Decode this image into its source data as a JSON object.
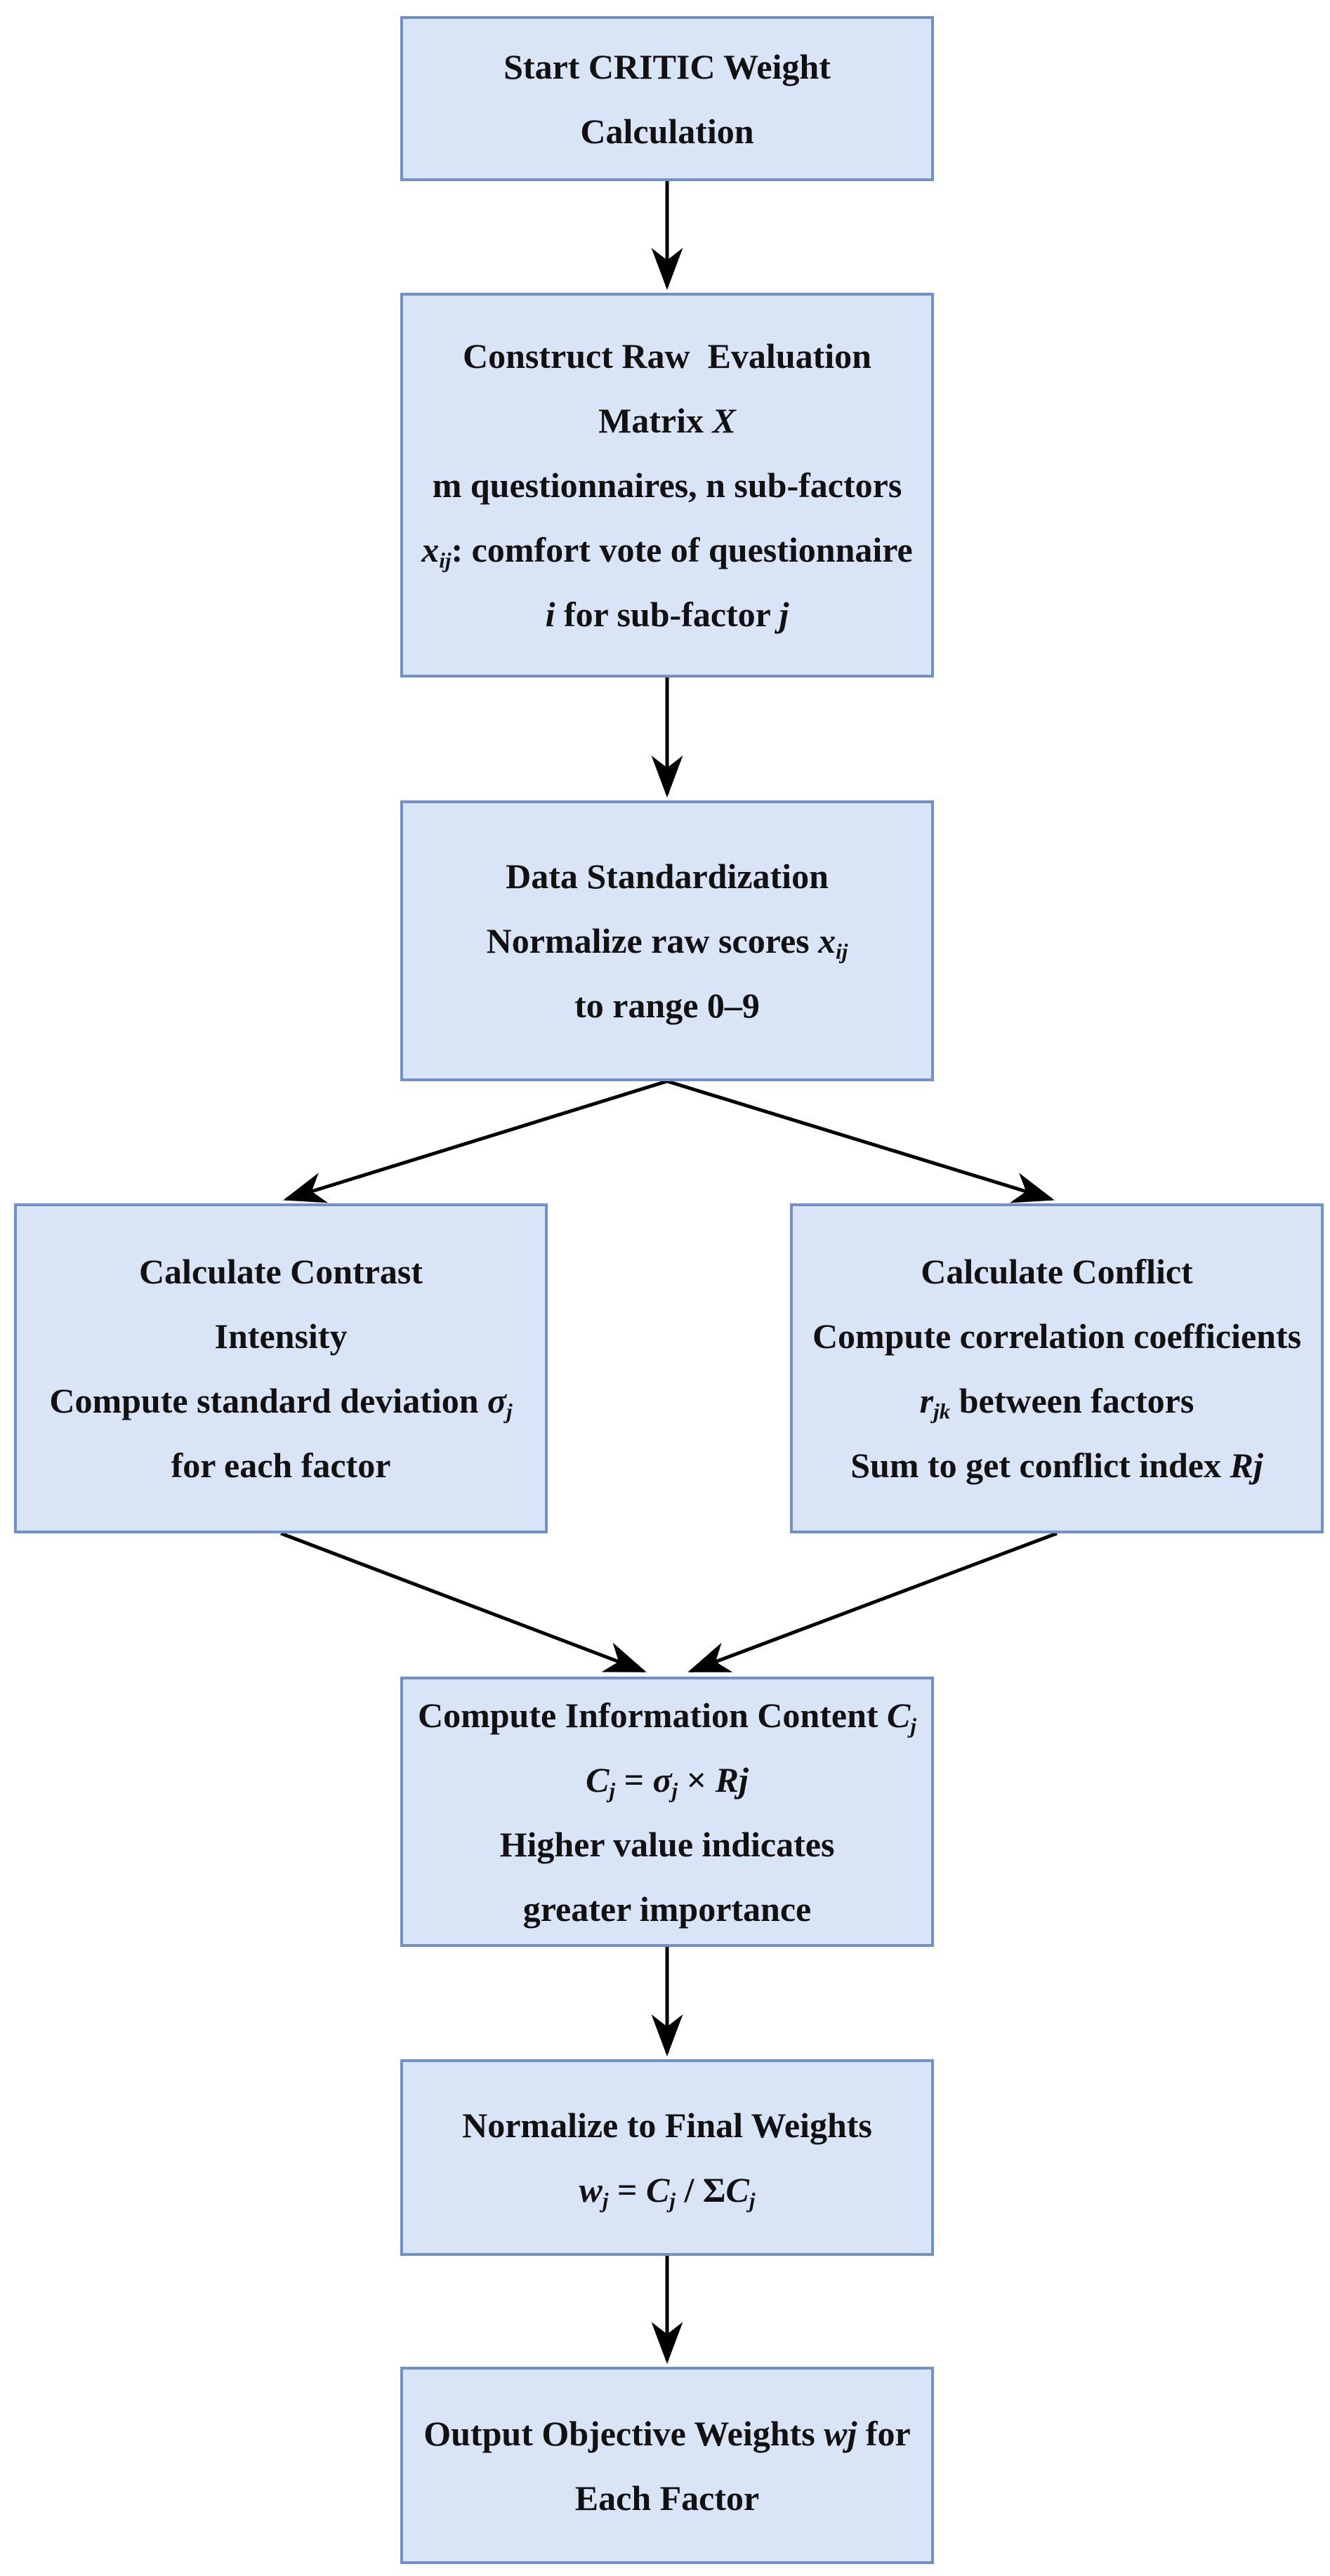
{
  "flowchart": {
    "colors": {
      "box_fill": "#d9e5f6",
      "box_border": "#7191c6",
      "arrow": "#000000",
      "text": "#111111"
    },
    "nodes": [
      {
        "id": "start",
        "lines": [
          [
            {
              "t": "Start CRITIC Weight"
            }
          ],
          [
            {
              "t": "Calculation"
            }
          ]
        ]
      },
      {
        "id": "matrix",
        "lines": [
          [
            {
              "t": "Construct Raw  Evaluation"
            }
          ],
          [
            {
              "t": "Matrix "
            },
            {
              "t": "X",
              "i": true
            }
          ],
          [
            {
              "t": "m questionnaires, n sub-factors"
            }
          ],
          [
            {
              "t": "x",
              "i": true
            },
            {
              "t": "ij",
              "i": true,
              "s": true
            },
            {
              "t": ": comfort vote of questionnaire"
            }
          ],
          [
            {
              "t": "i",
              "i": true
            },
            {
              "t": " for sub-factor "
            },
            {
              "t": "j",
              "i": true
            }
          ]
        ]
      },
      {
        "id": "standardize",
        "lines": [
          [
            {
              "t": "Data Standardization"
            }
          ],
          [
            {
              "t": "Normalize raw scores "
            },
            {
              "t": "x",
              "i": true
            },
            {
              "t": "ij",
              "i": true,
              "s": true
            }
          ],
          [
            {
              "t": "to range 0–9"
            }
          ]
        ]
      },
      {
        "id": "contrast",
        "lines": [
          [
            {
              "t": "Calculate Contrast"
            }
          ],
          [
            {
              "t": "Intensity"
            }
          ],
          [
            {
              "t": "Compute standard deviation "
            },
            {
              "t": "σ",
              "i": true
            },
            {
              "t": "j",
              "i": true,
              "s": true
            }
          ],
          [
            {
              "t": "for each factor"
            }
          ]
        ]
      },
      {
        "id": "conflict",
        "lines": [
          [
            {
              "t": "Calculate Conflict"
            }
          ],
          [
            {
              "t": "Compute correlation coefficients"
            }
          ],
          [
            {
              "t": "r",
              "i": true
            },
            {
              "t": "jk",
              "i": true,
              "s": true
            },
            {
              "t": " between factors"
            }
          ],
          [
            {
              "t": "Sum to get conflict index "
            },
            {
              "t": "Rj",
              "i": true
            }
          ]
        ]
      },
      {
        "id": "information",
        "lines": [
          [
            {
              "t": "Compute Information Content "
            },
            {
              "t": "C",
              "i": true
            },
            {
              "t": "j",
              "i": true,
              "s": true
            }
          ],
          [
            {
              "t": "C",
              "i": true
            },
            {
              "t": "j",
              "i": true,
              "s": true
            },
            {
              "t": " = "
            },
            {
              "t": "σ",
              "i": true
            },
            {
              "t": "j",
              "i": true,
              "s": true
            },
            {
              "t": " × "
            },
            {
              "t": "Rj",
              "i": true
            }
          ],
          [
            {
              "t": "Higher value indicates"
            }
          ],
          [
            {
              "t": "greater importance"
            }
          ]
        ]
      },
      {
        "id": "normalize",
        "lines": [
          [
            {
              "t": "Normalize to Final Weights"
            }
          ],
          [
            {
              "t": "w",
              "i": true
            },
            {
              "t": "j",
              "i": true,
              "s": true
            },
            {
              "t": " = "
            },
            {
              "t": "C",
              "i": true
            },
            {
              "t": "j",
              "i": true,
              "s": true
            },
            {
              "t": " / Σ"
            },
            {
              "t": "C",
              "i": true
            },
            {
              "t": "j",
              "i": true,
              "s": true
            }
          ]
        ]
      },
      {
        "id": "output",
        "lines": [
          [
            {
              "t": "Output Objective Weights "
            },
            {
              "t": "wj",
              "i": true
            },
            {
              "t": " for"
            }
          ],
          [
            {
              "t": "Each Factor"
            }
          ]
        ]
      }
    ],
    "edges": [
      {
        "from": "start",
        "to": "matrix"
      },
      {
        "from": "matrix",
        "to": "standardize"
      },
      {
        "from": "standardize",
        "to": "contrast"
      },
      {
        "from": "standardize",
        "to": "conflict"
      },
      {
        "from": "contrast",
        "to": "information"
      },
      {
        "from": "conflict",
        "to": "information"
      },
      {
        "from": "information",
        "to": "normalize"
      },
      {
        "from": "normalize",
        "to": "output"
      }
    ]
  }
}
